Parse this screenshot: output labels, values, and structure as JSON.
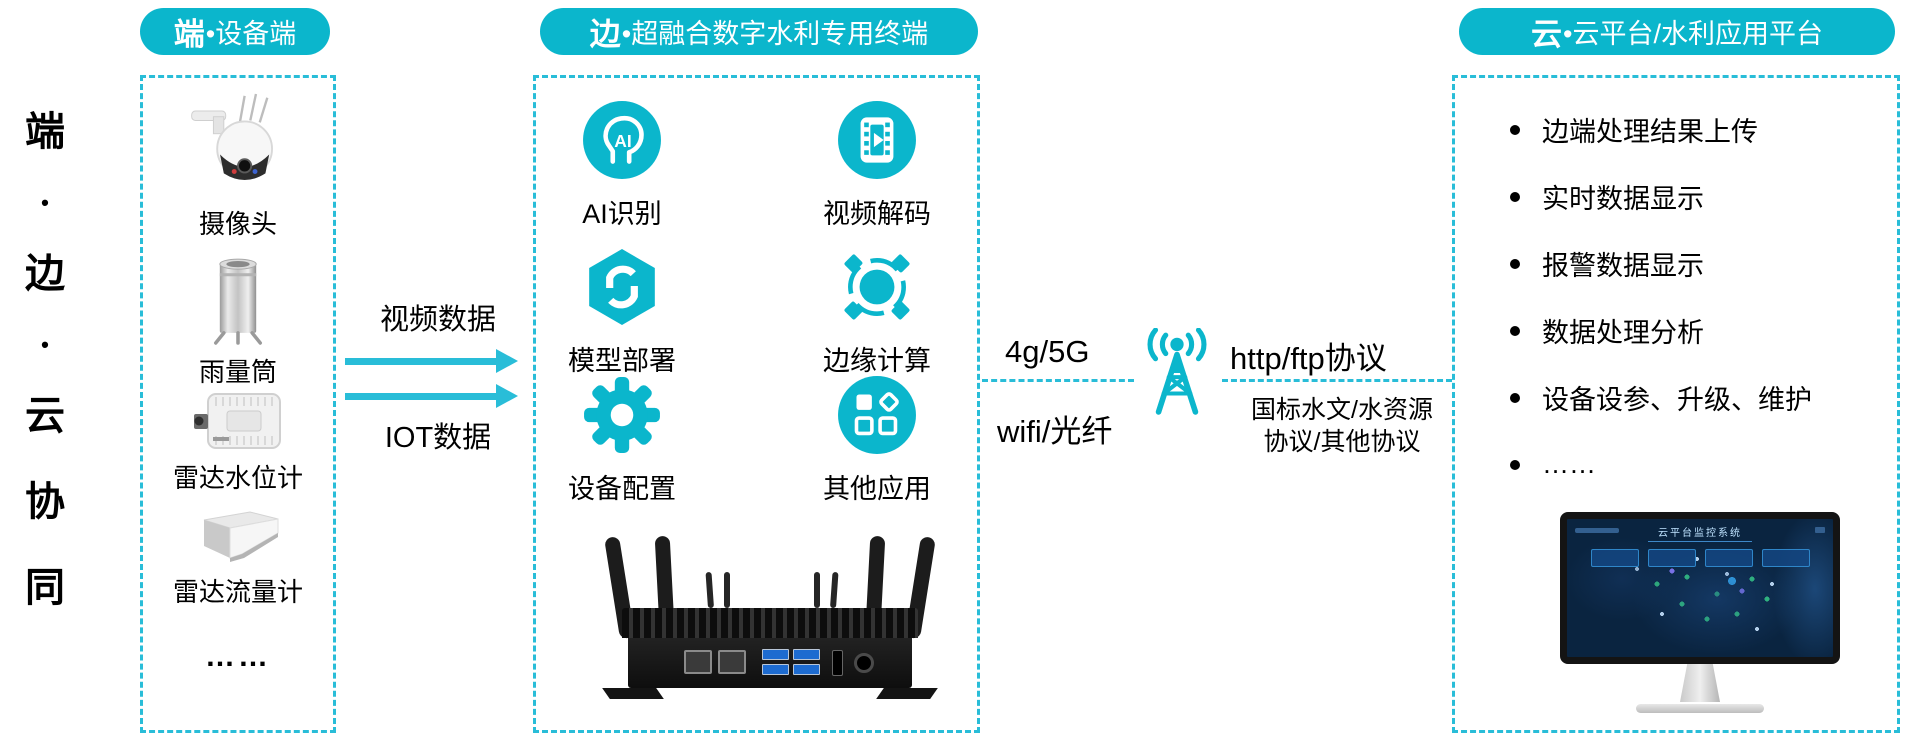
{
  "colors": {
    "accent": "#0bb6cc",
    "arrow": "#29bdd8",
    "text": "#000000",
    "screen_bg": "#0a2440"
  },
  "left_axis": {
    "chars": [
      "端",
      "•",
      "边",
      "•",
      "云",
      "协",
      "同"
    ]
  },
  "device_panel": {
    "header": {
      "prefix": "端",
      "rest": "•设备端"
    },
    "items": [
      {
        "icon": "ptz-camera",
        "label": "摄像头"
      },
      {
        "icon": "rain-gauge",
        "label": "雨量筒"
      },
      {
        "icon": "radar-water-level-meter",
        "label": "雷达水位计"
      },
      {
        "icon": "radar-flow-meter",
        "label": "雷达流量计"
      }
    ],
    "more": "……"
  },
  "flows": {
    "video": {
      "label": "视频数据"
    },
    "iot": {
      "label": "IOT数据"
    }
  },
  "edge_panel": {
    "header": {
      "prefix": "边",
      "rest": "•超融合数字水利专用终端"
    },
    "features": [
      {
        "icon": "ai-recognition",
        "label": "AI识别"
      },
      {
        "icon": "video-decode",
        "label": "视频解码"
      },
      {
        "icon": "model-deploy",
        "label": "模型部署"
      },
      {
        "icon": "edge-computing",
        "label": "边缘计算"
      },
      {
        "icon": "device-config",
        "label": "设备配置"
      },
      {
        "icon": "other-apps",
        "label": "其他应用"
      }
    ],
    "device_icon": "edge-terminal-box"
  },
  "link": {
    "icon": "signal-tower",
    "top_left": "4g/5G",
    "bottom_left": "wifi/光纤",
    "top_right": "http/ftp协议",
    "bottom_right_line1": "国标水文/水资源",
    "bottom_right_line2": "协议/其他协议"
  },
  "cloud_panel": {
    "header": {
      "prefix": "云",
      "rest": "•云平台/水利应用平台"
    },
    "bullets": [
      "边端处理结果上传",
      "实时数据显示",
      "报警数据显示",
      "数据处理分析",
      "设备设参、升级、维护",
      "……"
    ],
    "monitor": {
      "icon": "monitor-dashboard",
      "screen_title": "云平台监控系统"
    }
  }
}
